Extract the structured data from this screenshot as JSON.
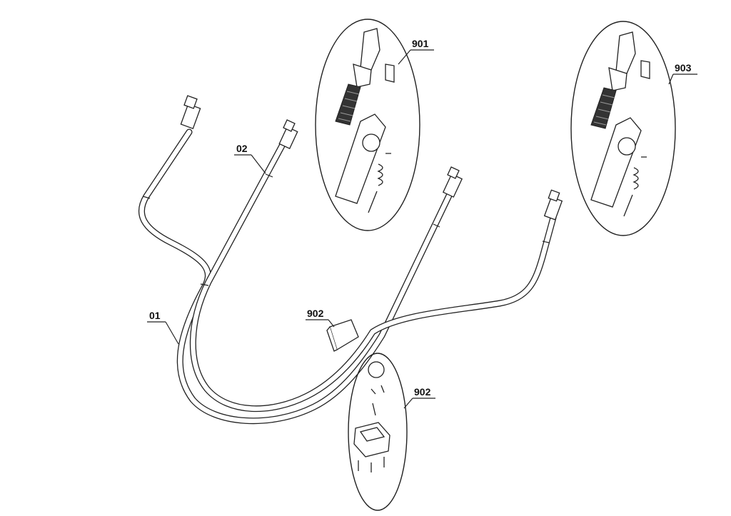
{
  "diagram": {
    "labels": {
      "cable_main": "01",
      "cable_secondary": "02",
      "clamp_set_a": "901",
      "clamp_set_b": "903",
      "junction_box": "902",
      "junction_box_kit": "902"
    },
    "colors": {
      "line": "#222222",
      "grip": "#333333",
      "background": "#ffffff"
    }
  }
}
